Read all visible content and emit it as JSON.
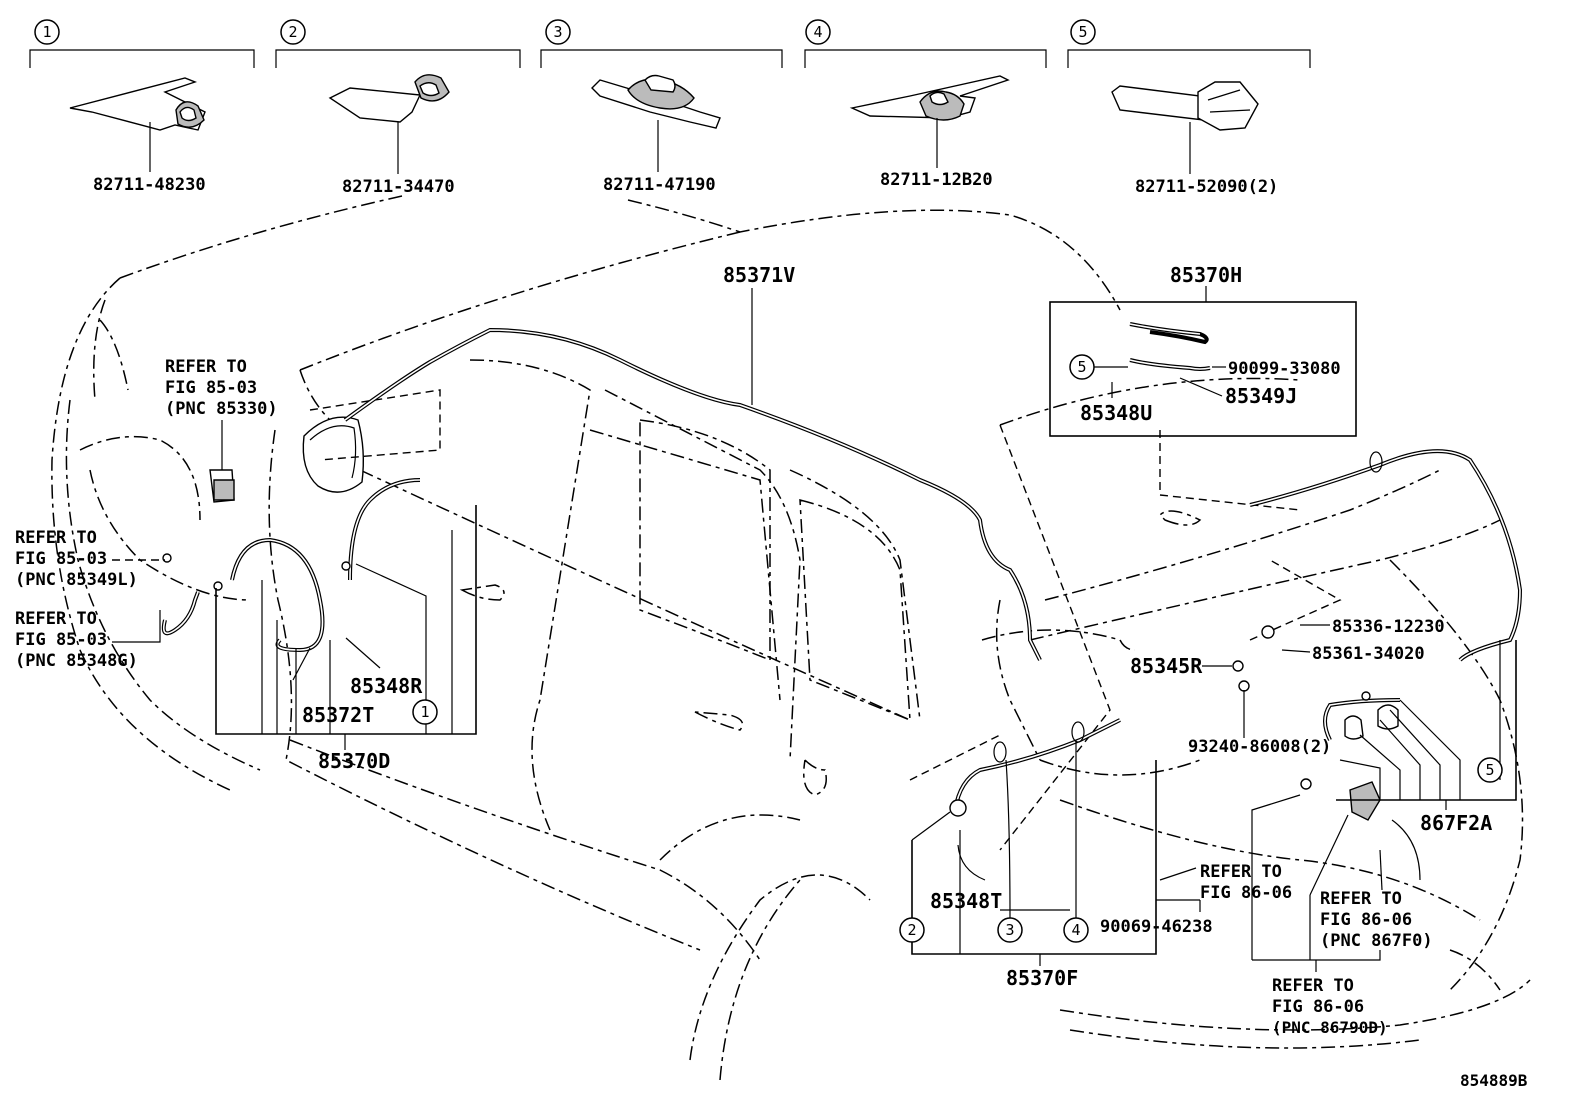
{
  "diagram": {
    "figure_code": "854889B",
    "callout_numbers": [
      "1",
      "2",
      "3",
      "4",
      "5"
    ],
    "nozzle_parts": [
      {
        "callout": "1",
        "part_no": "82711-48230"
      },
      {
        "callout": "2",
        "part_no": "82711-34470"
      },
      {
        "callout": "3",
        "part_no": "82711-47190"
      },
      {
        "callout": "4",
        "part_no": "82711-12B20"
      },
      {
        "callout": "5",
        "part_no": "82711-52090(2)"
      }
    ],
    "labels": {
      "l_85370H": "85370H",
      "l_85371V": "85371V",
      "l_90099_33080": "90099-33080",
      "l_85348U": "85348U",
      "l_85349J": "85349J",
      "l_85336_12230": "85336-12230",
      "l_85361_34020": "85361-34020",
      "l_85345R": "85345R",
      "l_93240_86008": "93240-86008(2)",
      "l_867F2A": "867F2A",
      "l_85348R": "85348R",
      "l_85372T": "85372T",
      "l_85370D": "85370D",
      "l_85348T": "85348T",
      "l_90069_46238": "90069-46238",
      "l_85370F": "85370F"
    },
    "refer_notes": {
      "r1": {
        "line1": "REFER TO",
        "line2": "FIG 85-03",
        "line3": "(PNC 85330)"
      },
      "r2": {
        "line1": "REFER TO",
        "line2": "FIG 85-03",
        "line3": "(PNC 85349L)"
      },
      "r3": {
        "line1": "REFER TO",
        "line2": "FIG 85-03",
        "line3": "(PNC 85348G)"
      },
      "r4": {
        "line1": "REFER TO",
        "line2": "FIG 86-06"
      },
      "r5": {
        "line1": "REFER TO",
        "line2": "FIG 86-06",
        "line3": "(PNC 867F0)"
      },
      "r6": {
        "line1": "REFER TO",
        "line2": "FIG 86-06",
        "line3": "(PNC 86790D)"
      }
    }
  }
}
